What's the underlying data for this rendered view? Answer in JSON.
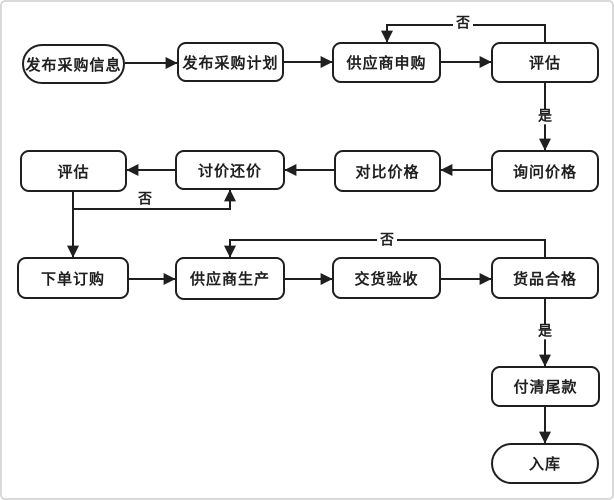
{
  "diagram": {
    "nodes": {
      "publish_info": {
        "label": "发布采购信息",
        "shape": "stadium"
      },
      "publish_plan": {
        "label": "发布采购计划",
        "shape": "rounded-rect"
      },
      "supplier_apply": {
        "label": "供应商申购",
        "shape": "rounded-rect"
      },
      "evaluate_1": {
        "label": "评估",
        "shape": "rounded-rect"
      },
      "ask_price": {
        "label": "询问价格",
        "shape": "rounded-rect"
      },
      "compare_price": {
        "label": "对比价格",
        "shape": "rounded-rect"
      },
      "bargain": {
        "label": "讨价还价",
        "shape": "rounded-rect"
      },
      "evaluate_2": {
        "label": "评估",
        "shape": "rounded-rect"
      },
      "place_order": {
        "label": "下单订购",
        "shape": "rounded-rect"
      },
      "supplier_produce": {
        "label": "供应商生产",
        "shape": "rounded-rect"
      },
      "delivery_check": {
        "label": "交货验收",
        "shape": "rounded-rect"
      },
      "goods_qualified": {
        "label": "货品合格",
        "shape": "rounded-rect"
      },
      "pay_balance": {
        "label": "付清尾款",
        "shape": "rounded-rect"
      },
      "warehouse_in": {
        "label": "入库",
        "shape": "stadium"
      }
    },
    "edge_labels": {
      "eval1_reject": "否",
      "eval1_approve": "是",
      "eval2_reject": "否",
      "goods_reject": "否",
      "goods_approve": "是"
    },
    "colors": {
      "stroke": "#1f1f1f",
      "node_fill": "#ffffff",
      "background": "#ffffff",
      "frame_border": "#d9d9d9"
    }
  }
}
